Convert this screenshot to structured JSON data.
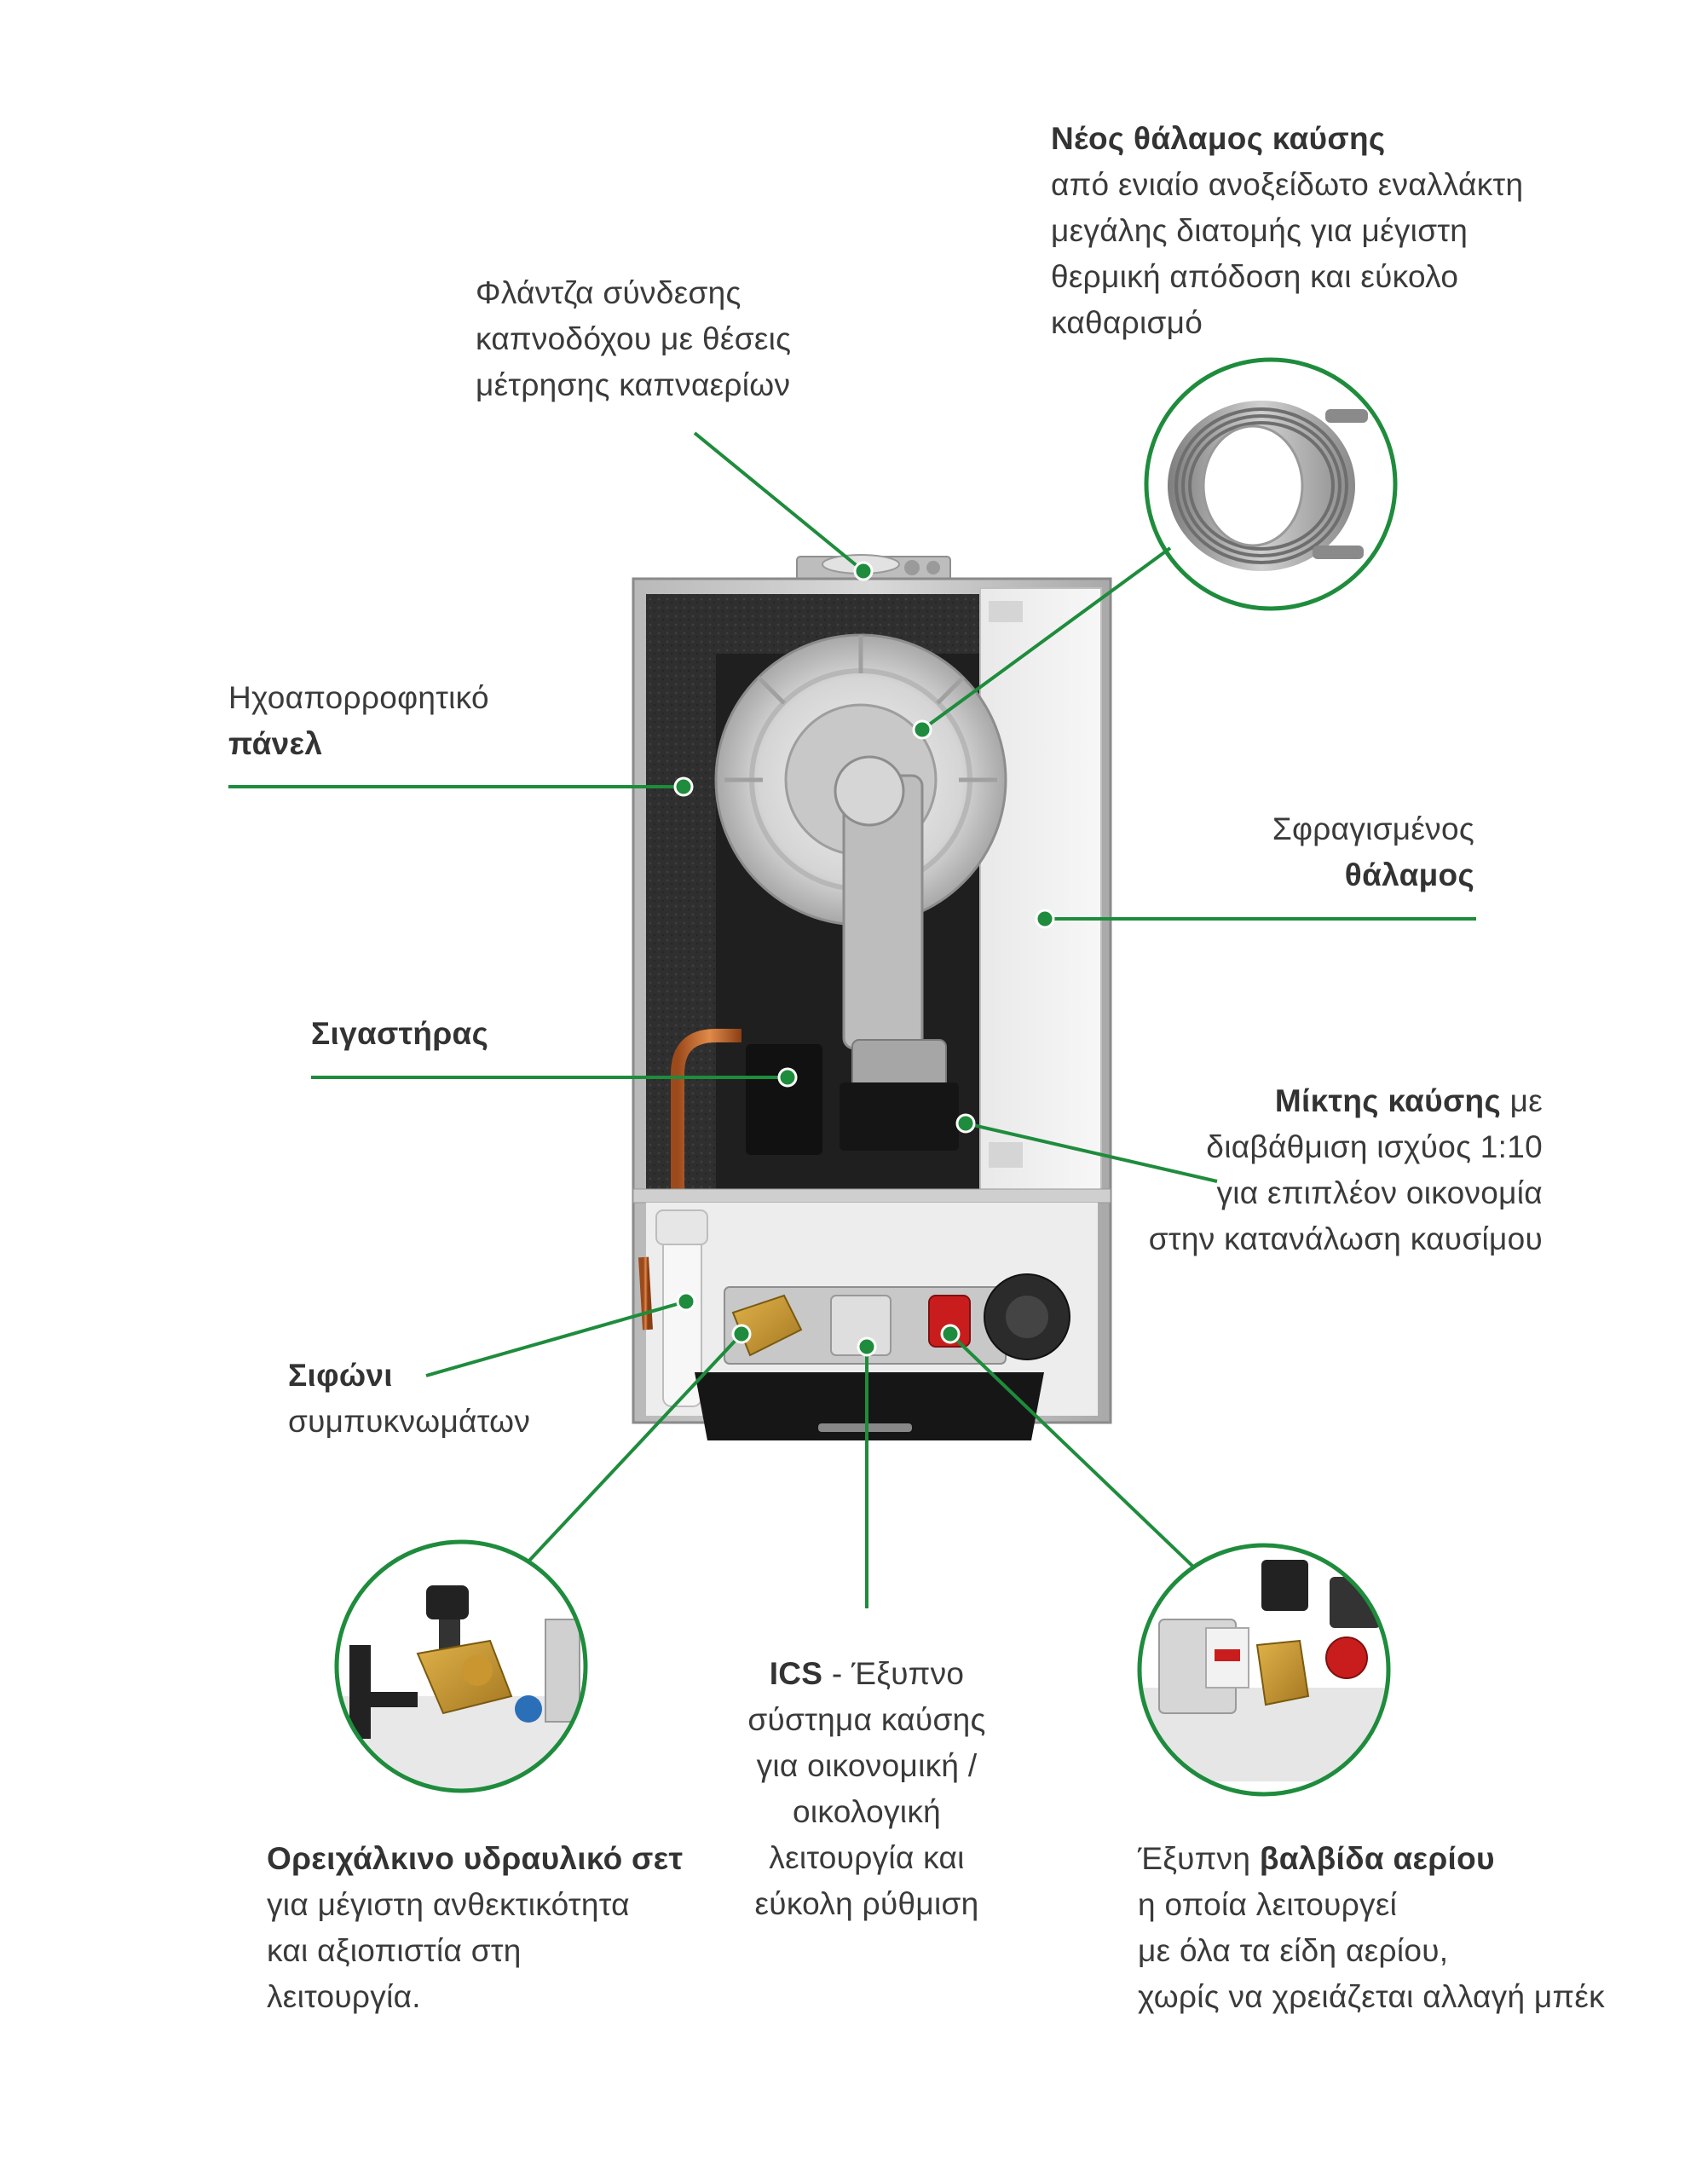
{
  "colors": {
    "accent": "#1e8c3c",
    "callout_line": "#1e8c3c",
    "text": "#3a3a3a"
  },
  "callouts": {
    "chamber": {
      "title": "Νέος θάλαμος καύσης",
      "lines": [
        "από ενιαίο ανοξείδωτο εναλλάκτη",
        "μεγάλης διατομής για μέγιστη",
        "θερμική απόδοση και εύκολο",
        "καθαρισμό"
      ]
    },
    "flange": {
      "lines": [
        "Φλάντζα σύνδεσης",
        "καπνοδόχου με θέσεις",
        "μέτρησης καπναερίων"
      ]
    },
    "panel": {
      "line1": "Ηχοαπορροφητικό",
      "title": "πάνελ"
    },
    "sealed": {
      "line1": "Σφραγισμένος",
      "title": "θάλαμος"
    },
    "silencer": {
      "title": "Σιγαστήρας"
    },
    "mixer": {
      "title": "Μίκτης καύσης",
      "title_suffix": " με",
      "lines": [
        "διαβάθμιση ισχύος 1:10",
        "για επιπλέον οικονομία",
        "στην κατανάλωση καυσίμου"
      ]
    },
    "siphon": {
      "title": "Σιφώνι",
      "line1": "συμπυκνωμάτων"
    },
    "ics": {
      "title": "ICS",
      "title_suffix": " - Έξυπνο",
      "lines": [
        "σύστημα καύσης",
        "για οικονομική /",
        "οικολογική",
        "λειτουργία και",
        "εύκολη ρύθμιση"
      ]
    },
    "brass": {
      "title": "Ορειχάλκινο υδραυλικό σετ",
      "lines": [
        "για μέγιστη ανθεκτικότητα",
        "και αξιοπιστία στη",
        "λειτουργία."
      ]
    },
    "gasvalve": {
      "prefix": "Έξυπνη ",
      "title": "βαλβίδα αερίου",
      "lines": [
        "η οποία λειτουργεί",
        "με όλα τα είδη αερίου,",
        "χωρίς να χρειάζεται αλλαγή μπέκ"
      ]
    }
  }
}
